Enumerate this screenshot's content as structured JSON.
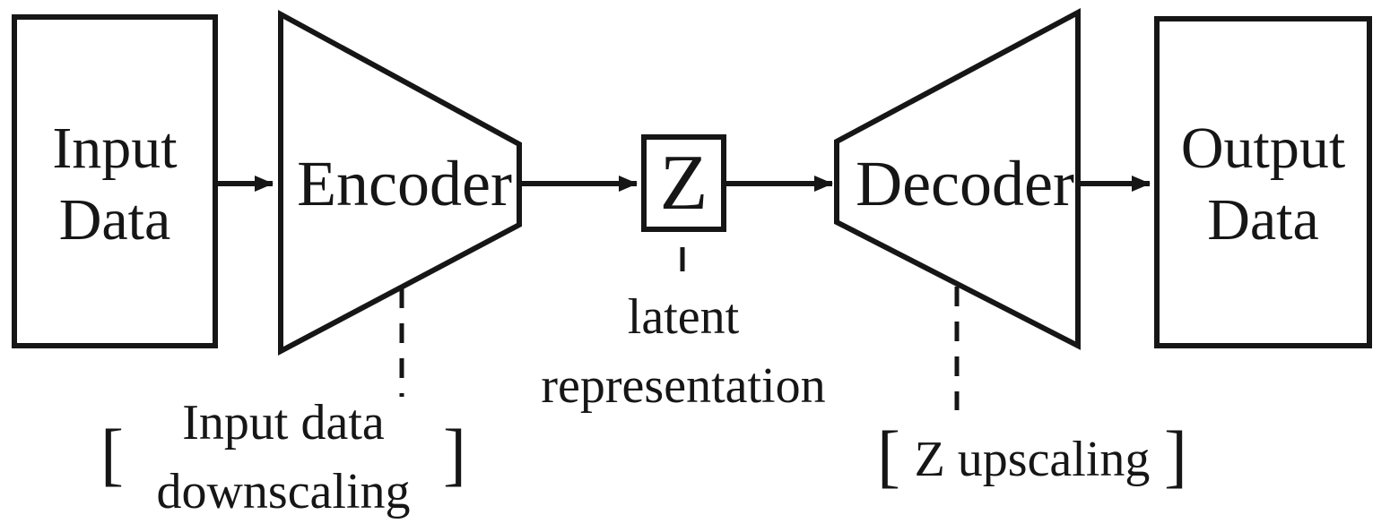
{
  "diagram": {
    "title_semantic": "autoencoder architecture diagram",
    "nodes": {
      "input": {
        "line1": "Input",
        "line2": "Data"
      },
      "encoder": {
        "label": "Encoder"
      },
      "latent": {
        "symbol": "Z",
        "caption_line1": "latent",
        "caption_line2": "representation"
      },
      "decoder": {
        "label": "Decoder"
      },
      "output": {
        "line1": "Output",
        "line2": "Data"
      }
    },
    "annotations": {
      "encoder_note": {
        "open": "[",
        "line1": "Input data",
        "line2": "downscaling",
        "close": "]"
      },
      "decoder_note": {
        "open": "[",
        "text": "Z upscaling",
        "close": "]"
      }
    },
    "colors": {
      "ink": "#161616",
      "background": "#ffffff"
    }
  }
}
